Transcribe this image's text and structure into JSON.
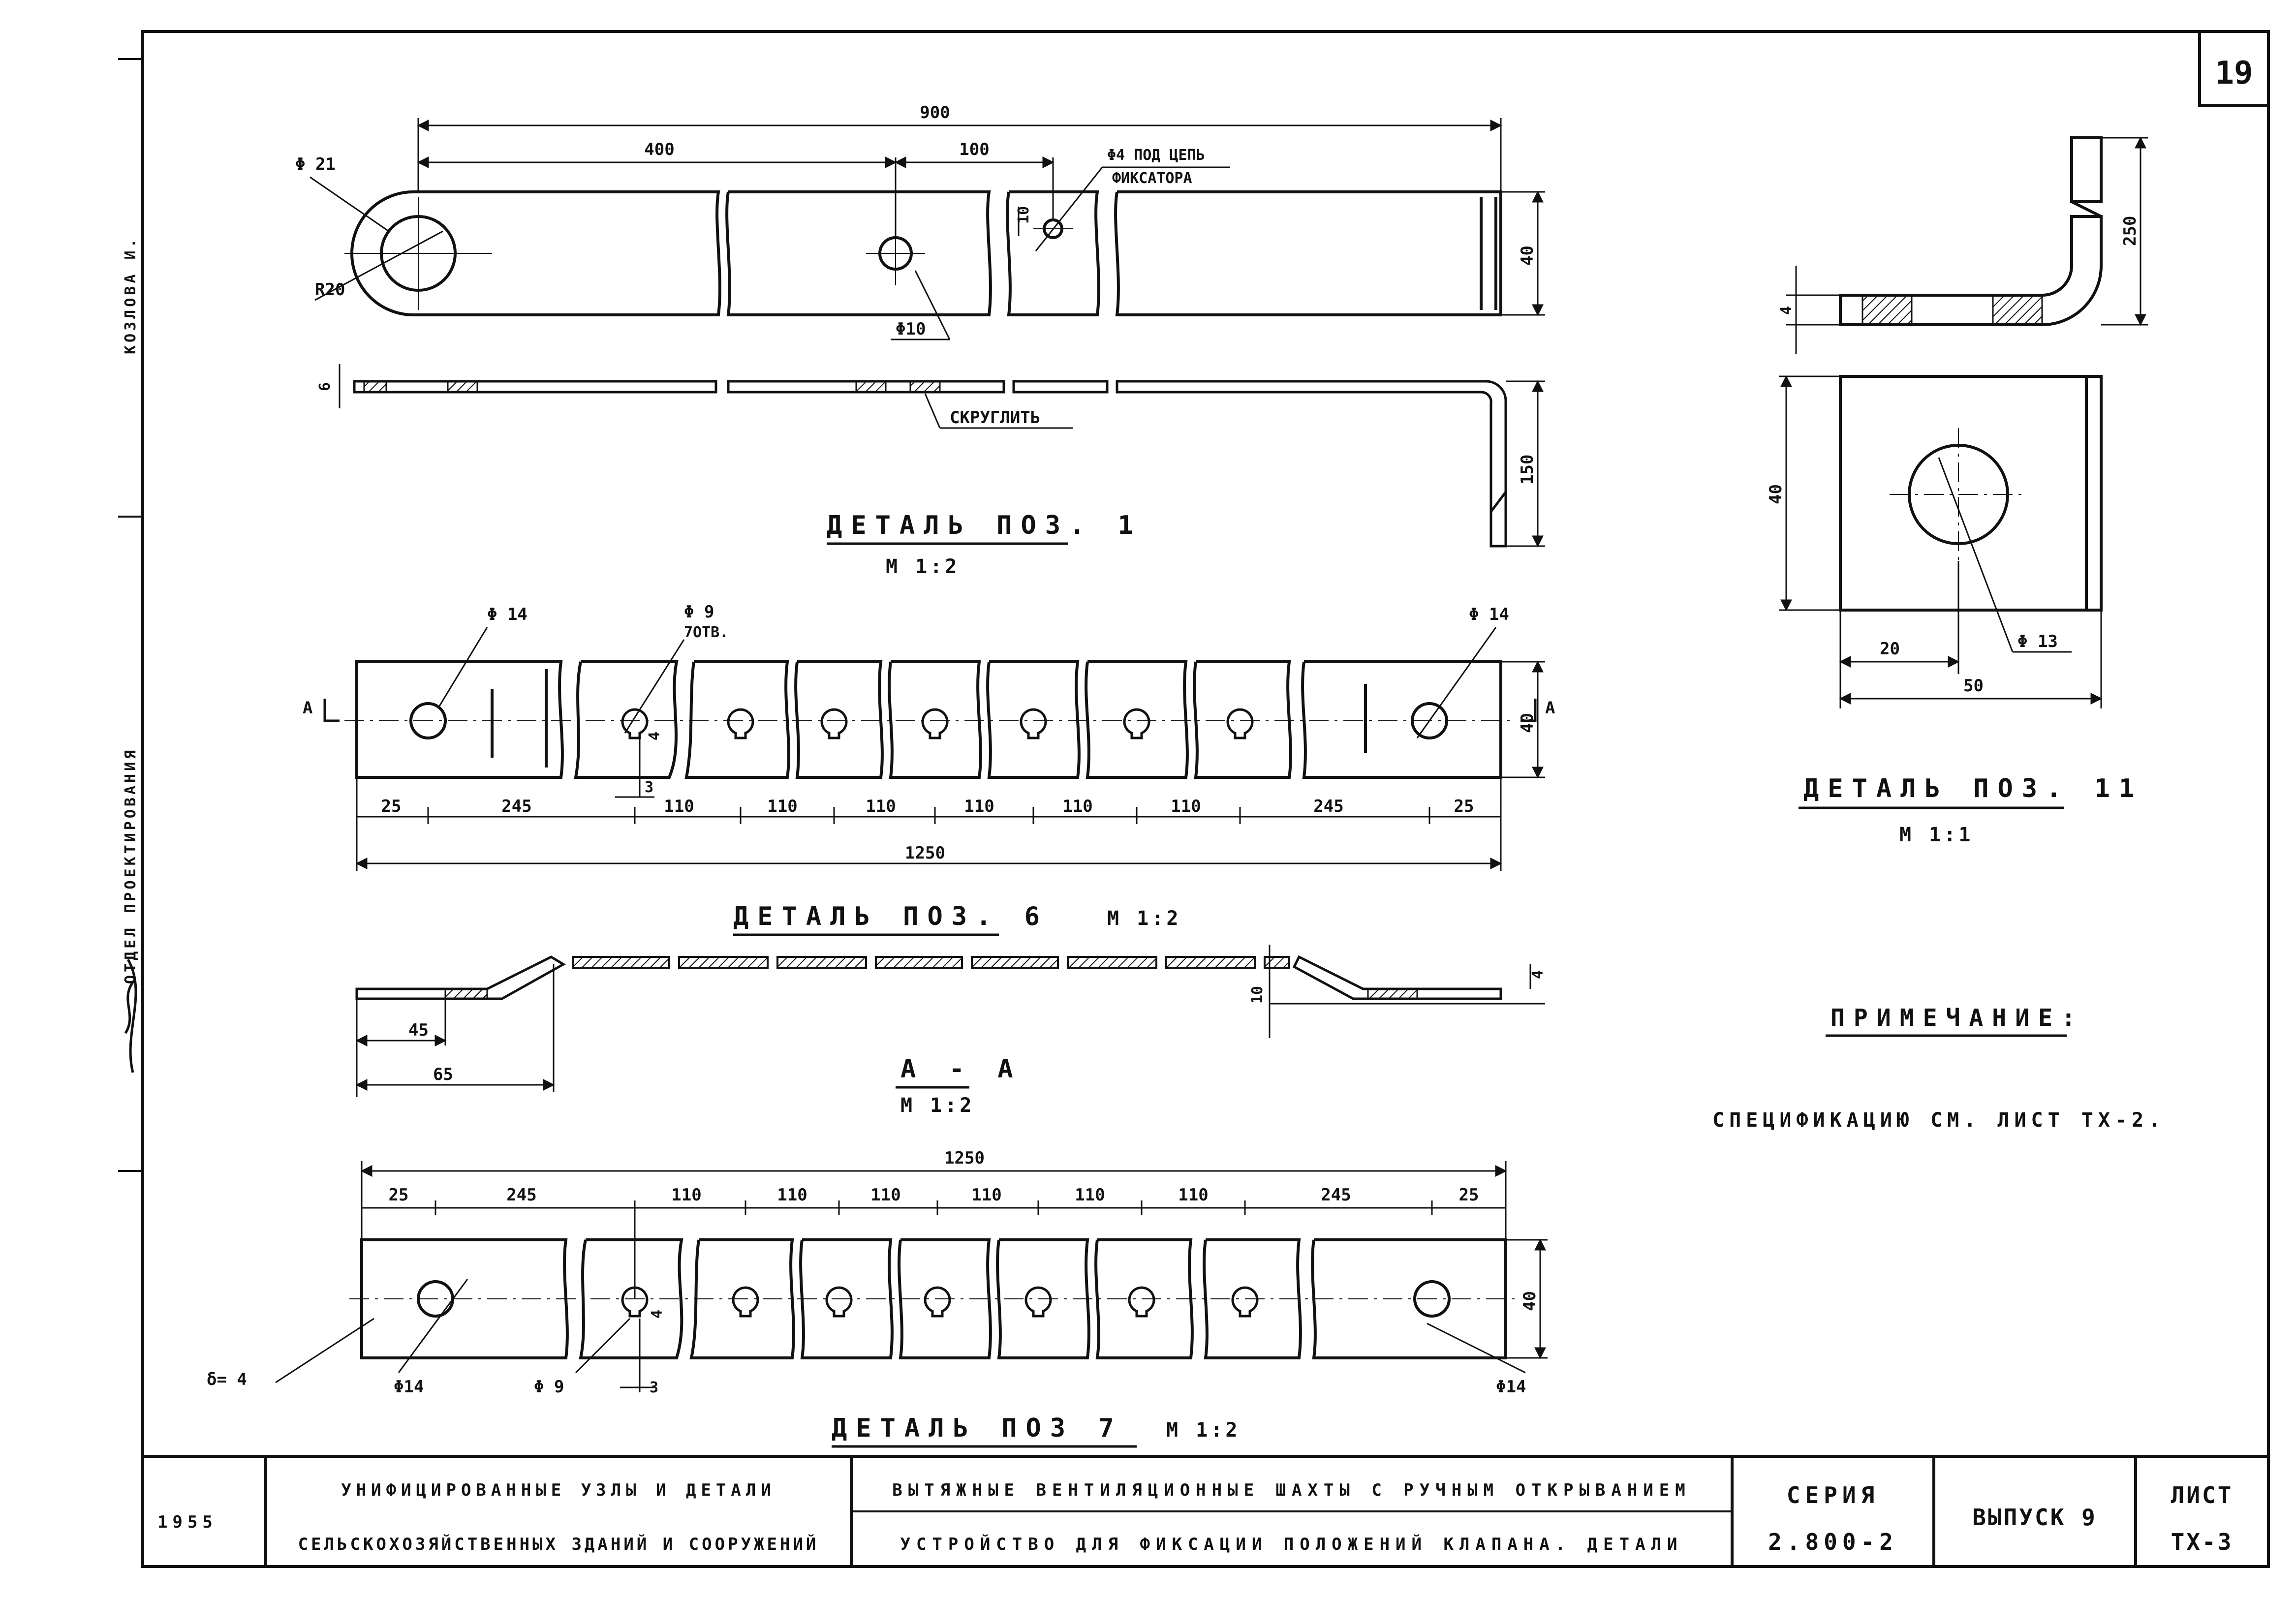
{
  "sheet": {
    "number": "19"
  },
  "side_labels": {
    "name": "КОЗЛОВА И.",
    "org": "ОТДЕЛ ПРОЕКТИРОВАНИЯ"
  },
  "detail1": {
    "title": "ДЕТАЛЬ ПОЗ. 1",
    "scale": "М 1:2",
    "dims": {
      "total": "900",
      "left": "400",
      "mid": "100",
      "phi21": "Φ 21",
      "r20": "R20",
      "phi10": "Φ10",
      "phi4": "Φ4 ПОД ЦЕПЬ",
      "phi4b": "ФИКСАТОРА",
      "w10": "10",
      "h40": "40",
      "t6": "6",
      "h150": "150",
      "round": "СКРУГЛИТЬ"
    }
  },
  "detail6": {
    "title": "ДЕТАЛЬ ПОЗ. 6",
    "scale": "М 1:2",
    "section": "А - А",
    "section_scale": "М 1:2",
    "letter_a": "А",
    "dims": {
      "phi14": "Φ 14",
      "phi9": "Φ 9",
      "holes": "7ОТВ.",
      "h40": "40",
      "d3": "3",
      "d4": "4",
      "segments": [
        "25",
        "245",
        "110",
        "110",
        "110",
        "110",
        "110",
        "110",
        "245",
        "25"
      ],
      "total": "1250",
      "s45": "45",
      "s65": "65",
      "s10": "10",
      "s4": "4"
    }
  },
  "detail7": {
    "title": "ДЕТАЛЬ ПОЗ 7",
    "scale": "М 1:2",
    "dims": {
      "total": "1250",
      "segments": [
        "25",
        "245",
        "110",
        "110",
        "110",
        "110",
        "110",
        "110",
        "245",
        "25"
      ],
      "phi14a": "Φ14",
      "phi9": "Φ 9",
      "phi14b": "Φ14",
      "d3": "3",
      "d4": "4",
      "h40": "40",
      "delta": "δ= 4"
    }
  },
  "detail11": {
    "title": "ДЕТАЛЬ ПОЗ. 11",
    "scale": "М 1:1",
    "dims": {
      "t4": "4",
      "h250": "250",
      "h40": "40",
      "w20": "20",
      "w50": "50",
      "phi13": "Φ 13"
    }
  },
  "note": {
    "title": "ПРИМЕЧАНИЕ:",
    "text": "СПЕЦИФИКАЦИЮ СМ. ЛИСТ ТХ-2."
  },
  "stamp": {
    "left_code": "1955",
    "left_line1": "УНИФИЦИРОВАННЫЕ УЗЛЫ И ДЕТАЛИ",
    "left_line2": "СЕЛЬСКОХОЗЯЙСТВЕННЫХ ЗДАНИЙ И СООРУЖЕНИЙ",
    "mid_line1": "ВЫТЯЖНЫЕ ВЕНТИЛЯЦИОННЫЕ ШАХТЫ С РУЧНЫМ ОТКРЫВАНИЕМ",
    "mid_line2": "УСТРОЙСТВО ДЛЯ ФИКСАЦИИ ПОЛОЖЕНИЙ КЛАПАНА. ДЕТАЛИ",
    "series_label": "СЕРИЯ",
    "series_value": "2.800-2",
    "issue": "ВЫПУСК 9",
    "sheet_label": "ЛИСТ",
    "sheet_value": "ТХ-3"
  }
}
